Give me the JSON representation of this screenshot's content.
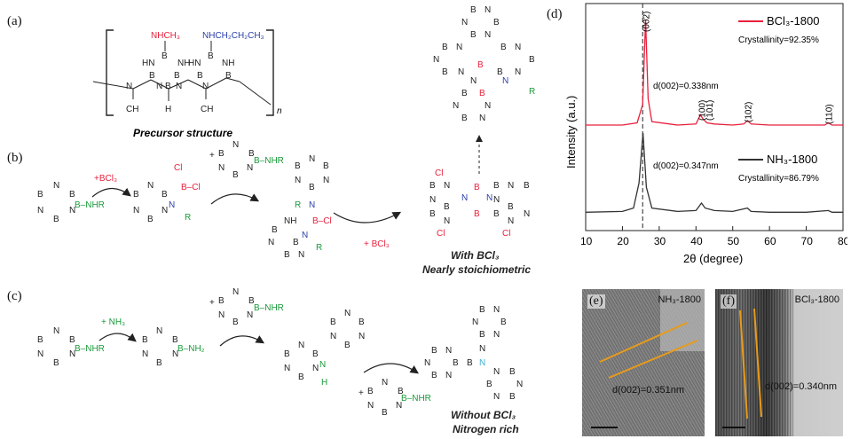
{
  "labels": {
    "a": "(a)",
    "b": "(b)",
    "c": "(c)",
    "d": "(d)",
    "e": "(e)",
    "f": "(f)"
  },
  "panel_a": {
    "sub1": "NHCH₃",
    "sub2": "NHCH₂CH₂CH₃",
    "n": "n",
    "caption": "Precursor structure",
    "colors": {
      "red": "#e8203c",
      "blue": "#2a3fa8",
      "green": "#1a9a3a"
    }
  },
  "panel_b": {
    "reagent1": "+BCl₃",
    "reagent2": "+ BCl₃",
    "nhr": "B–NHR",
    "bcl": "B–Cl",
    "cl": "Cl",
    "r": "R",
    "caption1": "With BCl₃",
    "caption2": "Nearly stoichiometric"
  },
  "panel_c": {
    "reagent1": "+ NH₃",
    "nh2": "B–NH₂",
    "nhr": "B–NHR",
    "h": "H",
    "caption1": "Without BCl₃",
    "caption2": "Nitrogen rich"
  },
  "chart_data": {
    "type": "line",
    "xlabel": "2θ (degree)",
    "ylabel": "Intensity (a.u.)",
    "xlim": [
      10,
      80
    ],
    "xticks": [
      10,
      20,
      30,
      40,
      50,
      60,
      70,
      80
    ],
    "series": [
      {
        "name": "BCl₃-1800",
        "color": "#e8203c",
        "crystallinity": "Crystallinity=92.35%",
        "d_label": "d(002)=0.338nm",
        "x": [
          10,
          20,
          24,
          25.5,
          26.3,
          27,
          28,
          35,
          40,
          41.2,
          42,
          43,
          45,
          50,
          53,
          54,
          55,
          60,
          70,
          75,
          76,
          77,
          80
        ],
        "y": [
          0.07,
          0.07,
          0.09,
          0.25,
          1.0,
          0.3,
          0.1,
          0.07,
          0.08,
          0.16,
          0.12,
          0.09,
          0.08,
          0.07,
          0.08,
          0.11,
          0.08,
          0.07,
          0.07,
          0.07,
          0.09,
          0.07,
          0.07
        ]
      },
      {
        "name": "NH₃-1800",
        "color": "#333333",
        "crystallinity": "Crystallinity=86.79%",
        "d_label": "d(002)=0.347nm",
        "x": [
          10,
          20,
          23,
          24.5,
          25.6,
          26.5,
          28,
          35,
          40,
          41.5,
          42.5,
          45,
          50,
          54,
          55,
          60,
          70,
          76,
          77,
          80
        ],
        "y": [
          0.05,
          0.06,
          0.1,
          0.4,
          1.0,
          0.35,
          0.1,
          0.06,
          0.07,
          0.16,
          0.1,
          0.07,
          0.06,
          0.1,
          0.06,
          0.05,
          0.05,
          0.07,
          0.05,
          0.05
        ]
      }
    ],
    "peak_labels": [
      {
        "label": "(002)",
        "x": 26.3
      },
      {
        "label": "(100)",
        "x": 41.5
      },
      {
        "label": "(101)",
        "x": 43.5
      },
      {
        "label": "(102)",
        "x": 54
      },
      {
        "label": "(110)",
        "x": 76
      }
    ],
    "reference_line_x": 25.5
  },
  "panel_e": {
    "title": "NH₃-1800",
    "d_label": "d(002)=0.351nm"
  },
  "panel_f": {
    "title": "BCl₃-1800",
    "d_label": "d(002)=0.340nm"
  }
}
